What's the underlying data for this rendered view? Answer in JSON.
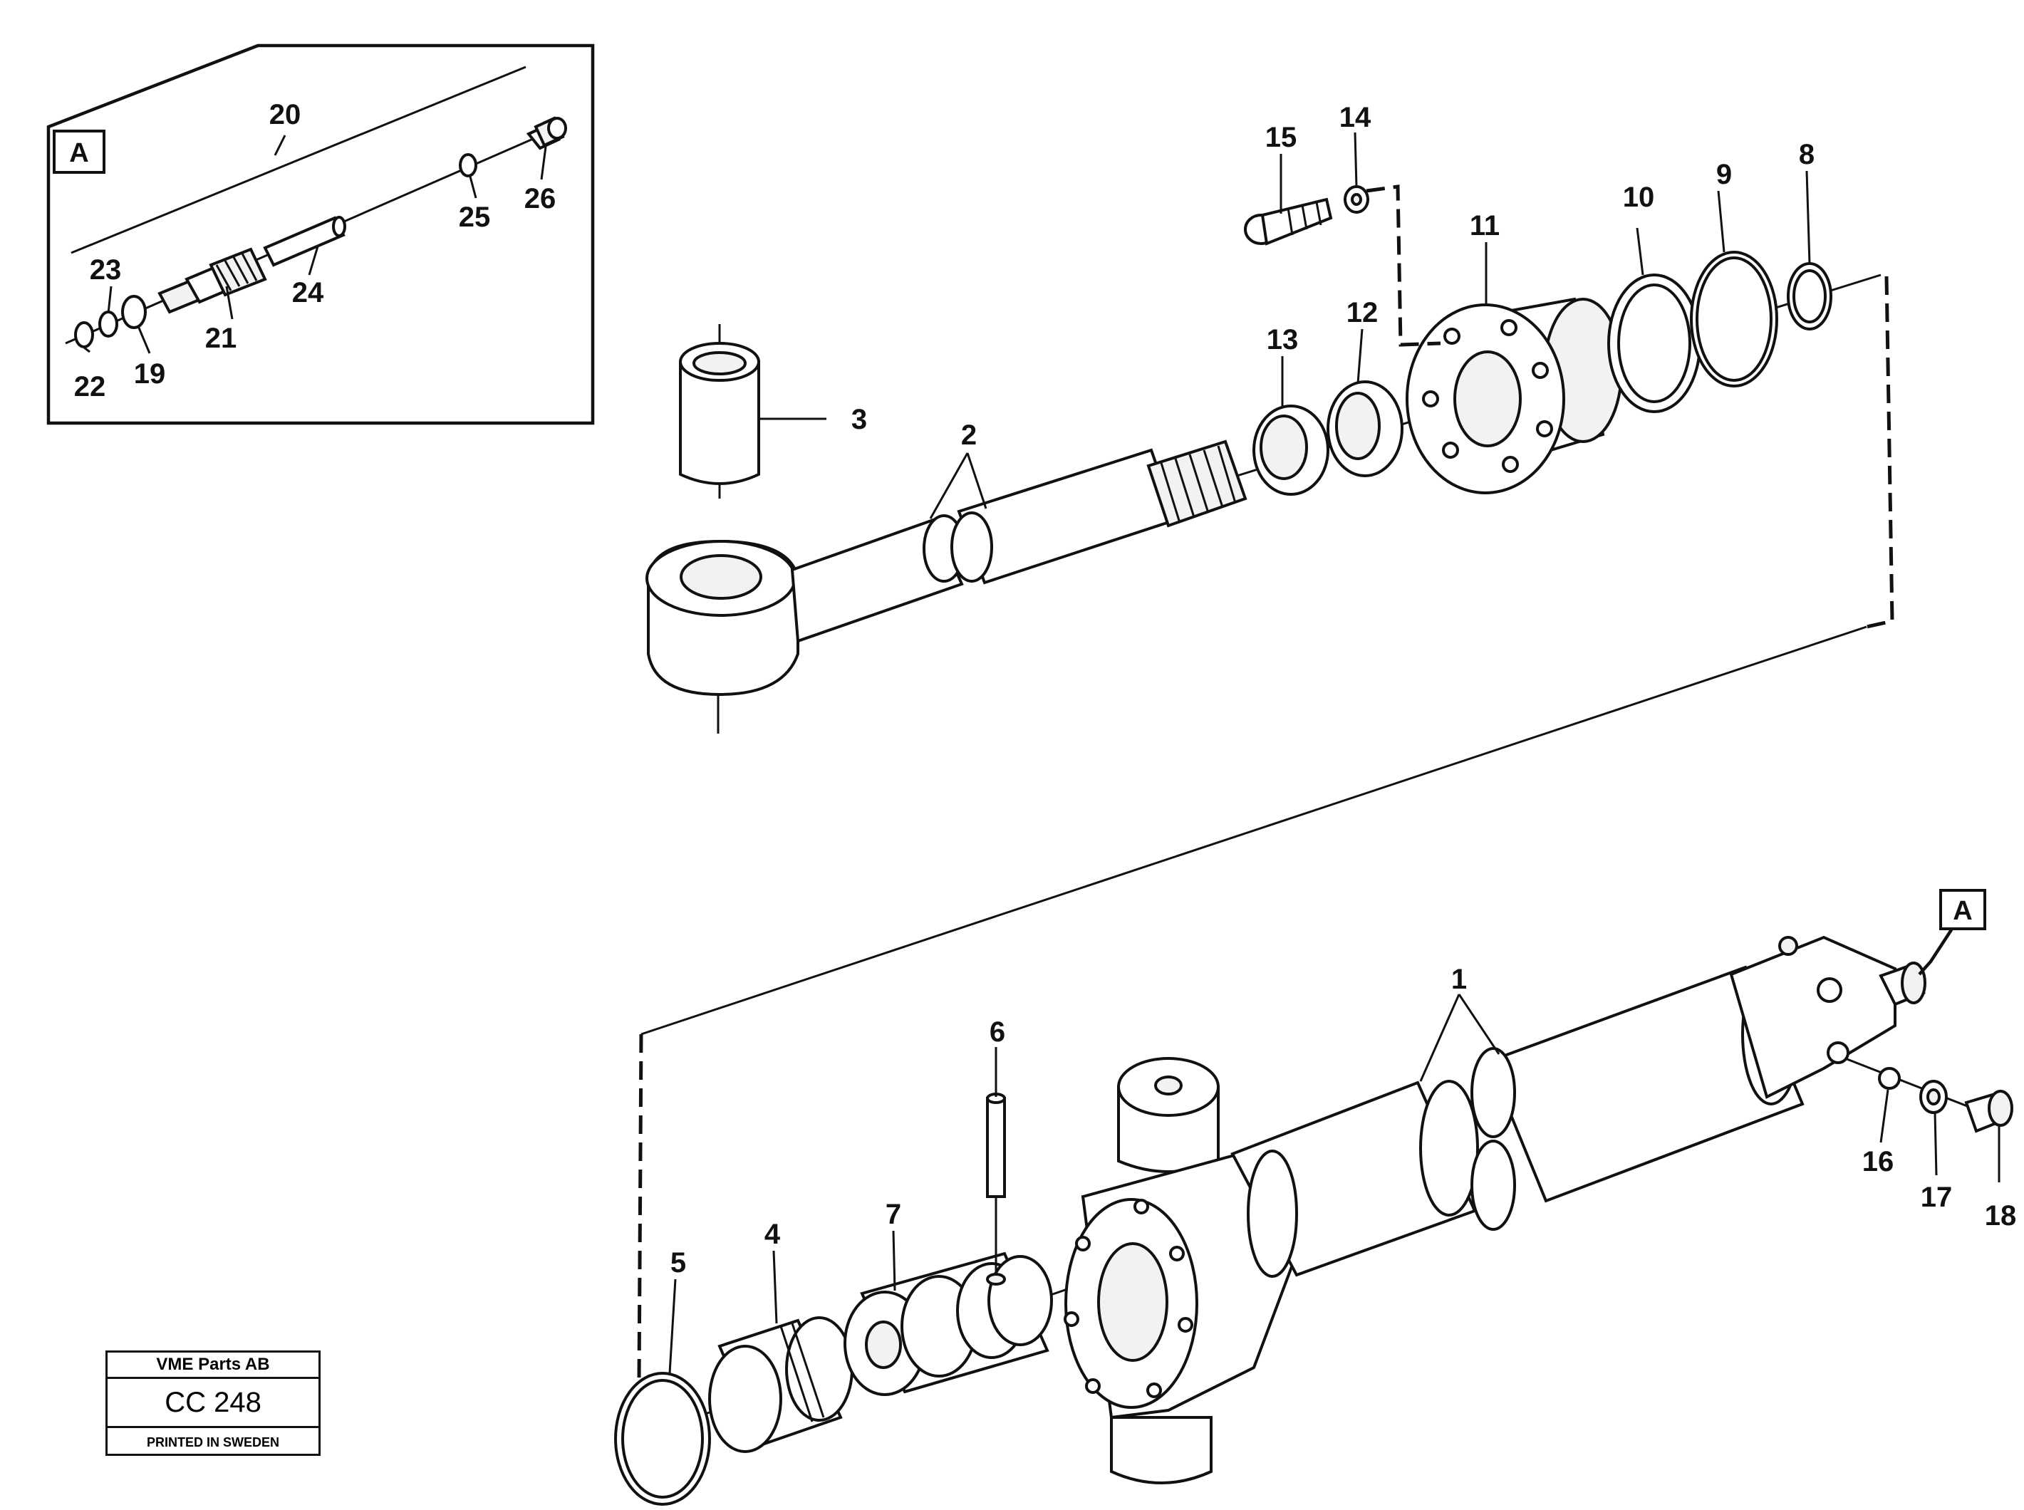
{
  "inset": {
    "box_label": "A"
  },
  "callout_a": {
    "box_label": "A"
  },
  "part_labels": [
    {
      "id": "p1",
      "text": "1"
    },
    {
      "id": "p2",
      "text": "2"
    },
    {
      "id": "p3",
      "text": "3"
    },
    {
      "id": "p4",
      "text": "4"
    },
    {
      "id": "p5",
      "text": "5"
    },
    {
      "id": "p6",
      "text": "6"
    },
    {
      "id": "p7",
      "text": "7"
    },
    {
      "id": "p8",
      "text": "8"
    },
    {
      "id": "p9",
      "text": "9"
    },
    {
      "id": "p10",
      "text": "10"
    },
    {
      "id": "p11",
      "text": "11"
    },
    {
      "id": "p12",
      "text": "12"
    },
    {
      "id": "p13",
      "text": "13"
    },
    {
      "id": "p14",
      "text": "14"
    },
    {
      "id": "p15",
      "text": "15"
    },
    {
      "id": "p16",
      "text": "16"
    },
    {
      "id": "p17",
      "text": "17"
    },
    {
      "id": "p18",
      "text": "18"
    },
    {
      "id": "p19",
      "text": "19"
    },
    {
      "id": "p20",
      "text": "20"
    },
    {
      "id": "p21",
      "text": "21"
    },
    {
      "id": "p22",
      "text": "22"
    },
    {
      "id": "p23",
      "text": "23"
    },
    {
      "id": "p24",
      "text": "24"
    },
    {
      "id": "p25",
      "text": "25"
    },
    {
      "id": "p26",
      "text": "26"
    }
  ],
  "stamp": {
    "company": "VME Parts AB",
    "code": "CC 248",
    "printed": "PRINTED IN SWEDEN"
  }
}
